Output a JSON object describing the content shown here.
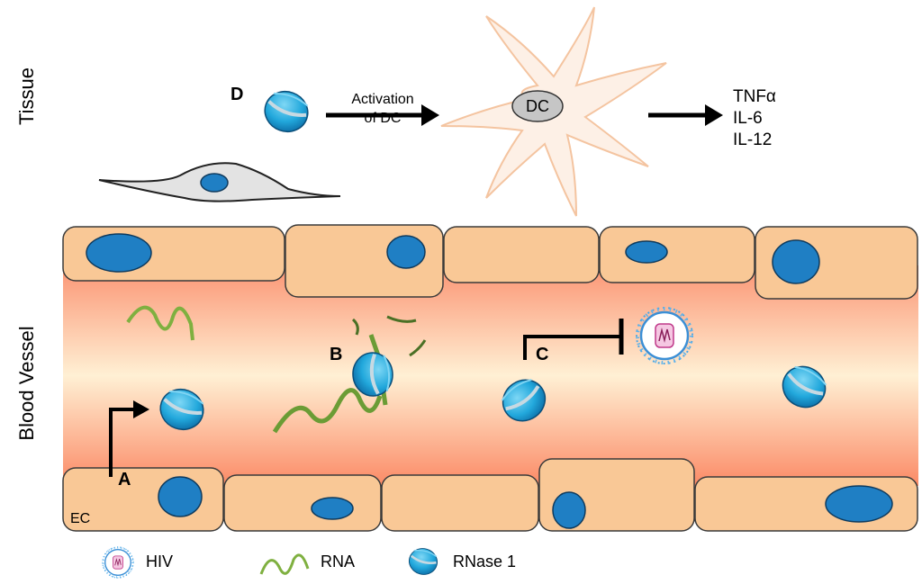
{
  "regions": {
    "tissue": "Tissue",
    "blood_vessel": "Blood Vessel"
  },
  "steps": {
    "a": "A",
    "b": "B",
    "c": "C",
    "d": "D"
  },
  "dc": {
    "label": "DC",
    "activation_line1": "Activation",
    "activation_line2": "of DC"
  },
  "cytokines": [
    "TNFα",
    "IL-6",
    "IL-12"
  ],
  "endothelium": {
    "label": "EC"
  },
  "legend": {
    "hiv": "HIV",
    "rna": "RNA",
    "rnase": "RNase 1"
  },
  "colors": {
    "cell_fill": "#f9c896",
    "cell_stroke": "#3a3a3a",
    "nucleus": "#1f7fc4",
    "vessel_edge": "#fb8a66",
    "vessel_center": "#fff0d2",
    "rnase": "#2ab0e0",
    "rna": "#7fb040",
    "dc_fill": "#fdf0e6",
    "dc_stroke": "#f4c4a0",
    "hiv": "#41a8e6"
  }
}
